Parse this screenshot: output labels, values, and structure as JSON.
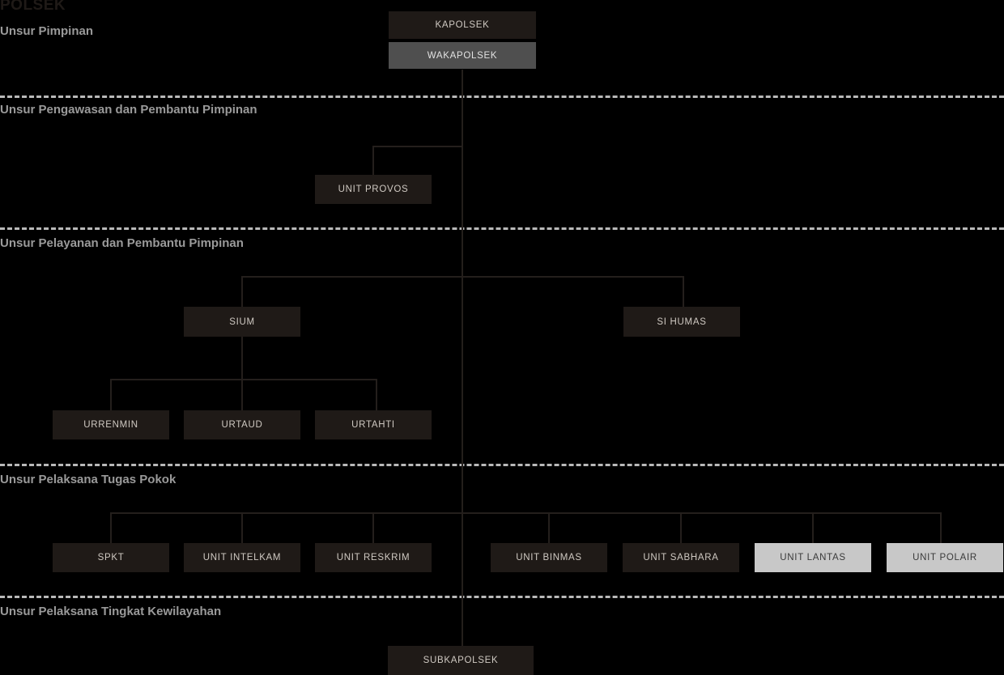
{
  "page": {
    "title": "POLSEK",
    "background": "#000000"
  },
  "colors": {
    "box_dark": "#1f1a17",
    "box_mid": "#4f4f4f",
    "box_light": "#c8c8c8",
    "text_dark_box": "#cfc9c2",
    "text_light_box": "#3a3a3a",
    "section_label": "#9a9a9a",
    "divider": "#b9b9b9",
    "connector": "#241f1c"
  },
  "sections": [
    {
      "id": "pimpinan",
      "label": "Unsur Pimpinan",
      "divider": false
    },
    {
      "id": "pengawasan",
      "label": "Unsur Pengawasan dan Pembantu Pimpinan",
      "divider": true
    },
    {
      "id": "pelayanan",
      "label": "Unsur Pelayanan dan Pembantu Pimpinan",
      "divider": true
    },
    {
      "id": "pelaksana-pokok",
      "label": "Unsur Pelaksana Tugas Pokok",
      "divider": true
    },
    {
      "id": "kewilayahan",
      "label": "Unsur Pelaksana Tingkat Kewilayahan",
      "divider": true
    }
  ],
  "nodes": {
    "kapolsek": "KAPOLSEK",
    "wakapolsek": "WAKAPOLSEK",
    "unit_provos": "UNIT PROVOS",
    "sium": "SIUM",
    "si_humas": "SI HUMAS",
    "urrenmin": "URRENMIN",
    "urtaud": "URTAUD",
    "urtahti": "URTAHTI",
    "spkt": "SPKT",
    "unit_intelkam": "UNIT INTELKAM",
    "unit_reskrim": "UNIT RESKRIM",
    "unit_binmas": "UNIT BINMAS",
    "unit_sabhara": "UNIT SABHARA",
    "unit_lantas": "UNIT LANTAS",
    "unit_polair": "UNIT POLAIR",
    "subkapolsek": "SUBKAPOLSEK"
  },
  "chart_data": {
    "type": "diagram",
    "title": "POLSEK",
    "layout": "organizational-hierarchy",
    "levels": [
      {
        "section": "Unsur Pimpinan",
        "units": [
          "KAPOLSEK",
          "WAKAPOLSEK"
        ]
      },
      {
        "section": "Unsur Pengawasan dan Pembantu Pimpinan",
        "units": [
          "UNIT PROVOS"
        ]
      },
      {
        "section": "Unsur Pelayanan dan Pembantu Pimpinan",
        "units": [
          "SIUM",
          "SI HUMAS",
          "URRENMIN",
          "URTAUD",
          "URTAHTI"
        ]
      },
      {
        "section": "Unsur Pelaksana Tugas Pokok",
        "units": [
          "SPKT",
          "UNIT INTELKAM",
          "UNIT RESKRIM",
          "UNIT BINMAS",
          "UNIT SABHARA",
          "UNIT LANTAS",
          "UNIT POLAIR"
        ]
      },
      {
        "section": "Unsur Pelaksana Tingkat Kewilayahan",
        "units": [
          "SUBKAPOLSEK"
        ]
      }
    ],
    "edges": [
      {
        "from": "KAPOLSEK",
        "to": "WAKAPOLSEK"
      },
      {
        "from": "WAKAPOLSEK",
        "to": "UNIT PROVOS"
      },
      {
        "from": "WAKAPOLSEK",
        "to": "SIUM"
      },
      {
        "from": "WAKAPOLSEK",
        "to": "SI HUMAS"
      },
      {
        "from": "SIUM",
        "to": "URRENMIN"
      },
      {
        "from": "SIUM",
        "to": "URTAUD"
      },
      {
        "from": "SIUM",
        "to": "URTAHTI"
      },
      {
        "from": "WAKAPOLSEK",
        "to": "SPKT"
      },
      {
        "from": "WAKAPOLSEK",
        "to": "UNIT INTELKAM"
      },
      {
        "from": "WAKAPOLSEK",
        "to": "UNIT RESKRIM"
      },
      {
        "from": "WAKAPOLSEK",
        "to": "UNIT BINMAS"
      },
      {
        "from": "WAKAPOLSEK",
        "to": "UNIT SABHARA"
      },
      {
        "from": "WAKAPOLSEK",
        "to": "UNIT LANTAS"
      },
      {
        "from": "WAKAPOLSEK",
        "to": "UNIT POLAIR"
      },
      {
        "from": "WAKAPOLSEK",
        "to": "SUBKAPOLSEK"
      }
    ],
    "highlighted_units": [
      "UNIT LANTAS",
      "UNIT POLAIR"
    ]
  }
}
